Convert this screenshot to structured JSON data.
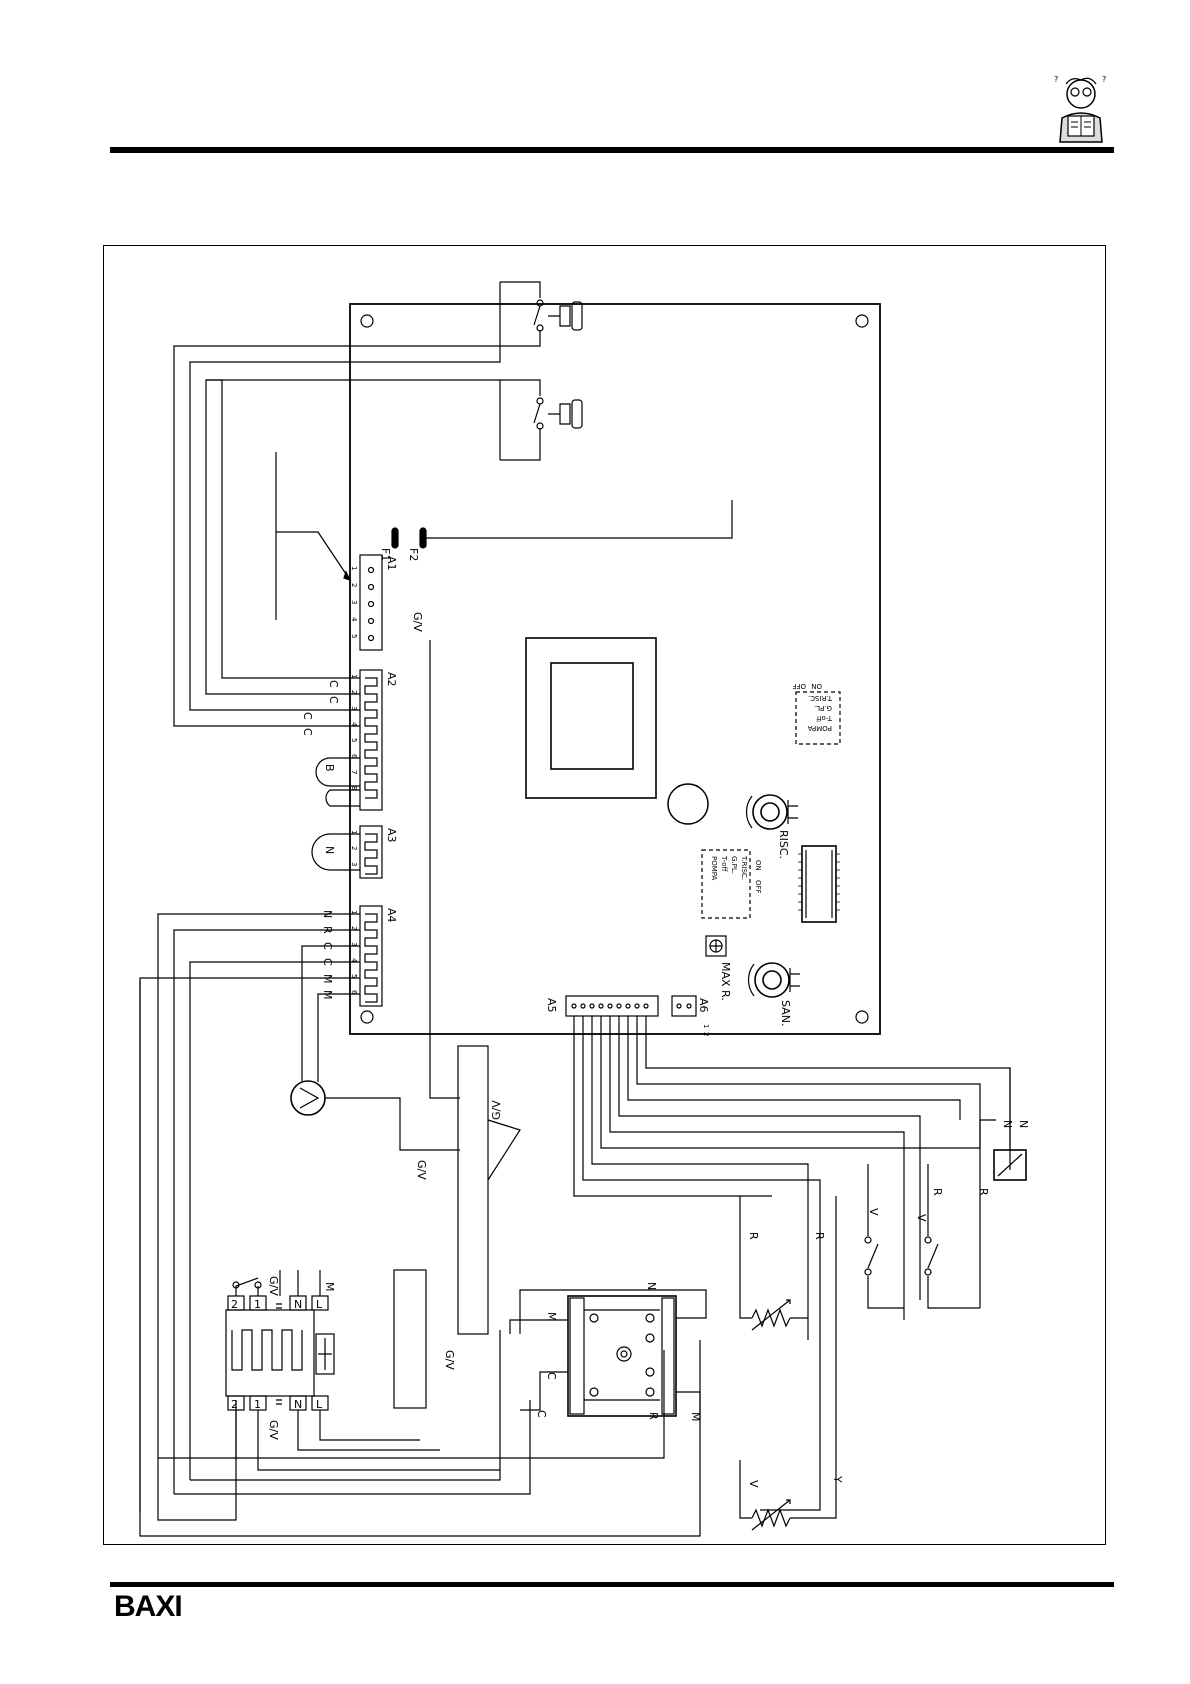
{
  "brand": {
    "logo": "BAXI",
    "mascot_icon": "technician-reading-manual-icon"
  },
  "board": {
    "fuses": [
      "F1",
      "F2"
    ],
    "connectors": [
      "A1",
      "A2",
      "A3",
      "A4",
      "A5",
      "A6"
    ],
    "a1_pins": [
      "1",
      "2",
      "3",
      "4",
      "5"
    ],
    "a2_pins": [
      "1",
      "2",
      "3",
      "4",
      "5",
      "6",
      "7",
      "8"
    ],
    "a3_pins": [
      "1",
      "2",
      "3"
    ],
    "a4_pins": [
      "1",
      "2",
      "3",
      "4",
      "5",
      "6"
    ],
    "a6_pins": [
      "1",
      "2"
    ],
    "ground_label": "G/V",
    "trimmers": {
      "risc": "RISC.",
      "san": "SAN.",
      "max": "MAX R."
    },
    "dip_block_1": [
      "T.RISC.",
      "G.PL.",
      "T-off",
      "POMPA",
      "ON",
      "OFF"
    ],
    "dip_block_2": [
      "T.RISC.",
      "G.PL.",
      "T-off",
      "POMPA",
      "ON",
      "OFF"
    ]
  },
  "wire_labels": {
    "a2_side": [
      "C",
      "C",
      "C",
      "C"
    ],
    "a2_loop": "B",
    "a3_loop": "N",
    "a4_side": [
      "N",
      "R",
      "C",
      "C",
      "M",
      "M"
    ],
    "a5_bottom": [
      "N",
      "N",
      "R",
      "R",
      "V",
      "V",
      "R",
      "R"
    ],
    "ntc2": [
      "V",
      "Y"
    ]
  },
  "gas_valve": {
    "ground": "G/V",
    "labels": [
      "N",
      "C",
      "M",
      "C",
      "M",
      "R"
    ]
  },
  "pump_ground": "G/V",
  "transformer_ground": "G/V",
  "terminal_block": {
    "left": [
      "2",
      "1",
      "N",
      "L"
    ],
    "right": [
      "2",
      "1",
      "N",
      "L"
    ],
    "ground": "G/V",
    "m": "M"
  }
}
